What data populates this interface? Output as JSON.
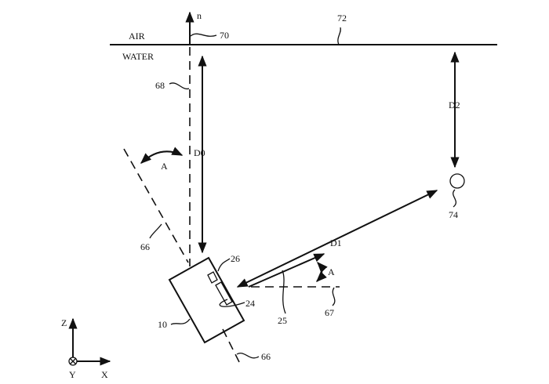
{
  "labels": {
    "n": "n",
    "air": "AIR",
    "water": "WATER",
    "ref70": "70",
    "ref72": "72",
    "ref68": "68",
    "d0": "D0",
    "d2": "D2",
    "d1": "D1",
    "angle_a_top": "A",
    "angle_a_right": "A",
    "ref66_top": "66",
    "ref66_bottom": "66",
    "ref74": "74",
    "ref26": "26",
    "ref24": "24",
    "ref10": "10",
    "ref25": "25",
    "ref67": "67",
    "axis_z": "Z",
    "axis_y": "Y",
    "axis_x": "X"
  }
}
